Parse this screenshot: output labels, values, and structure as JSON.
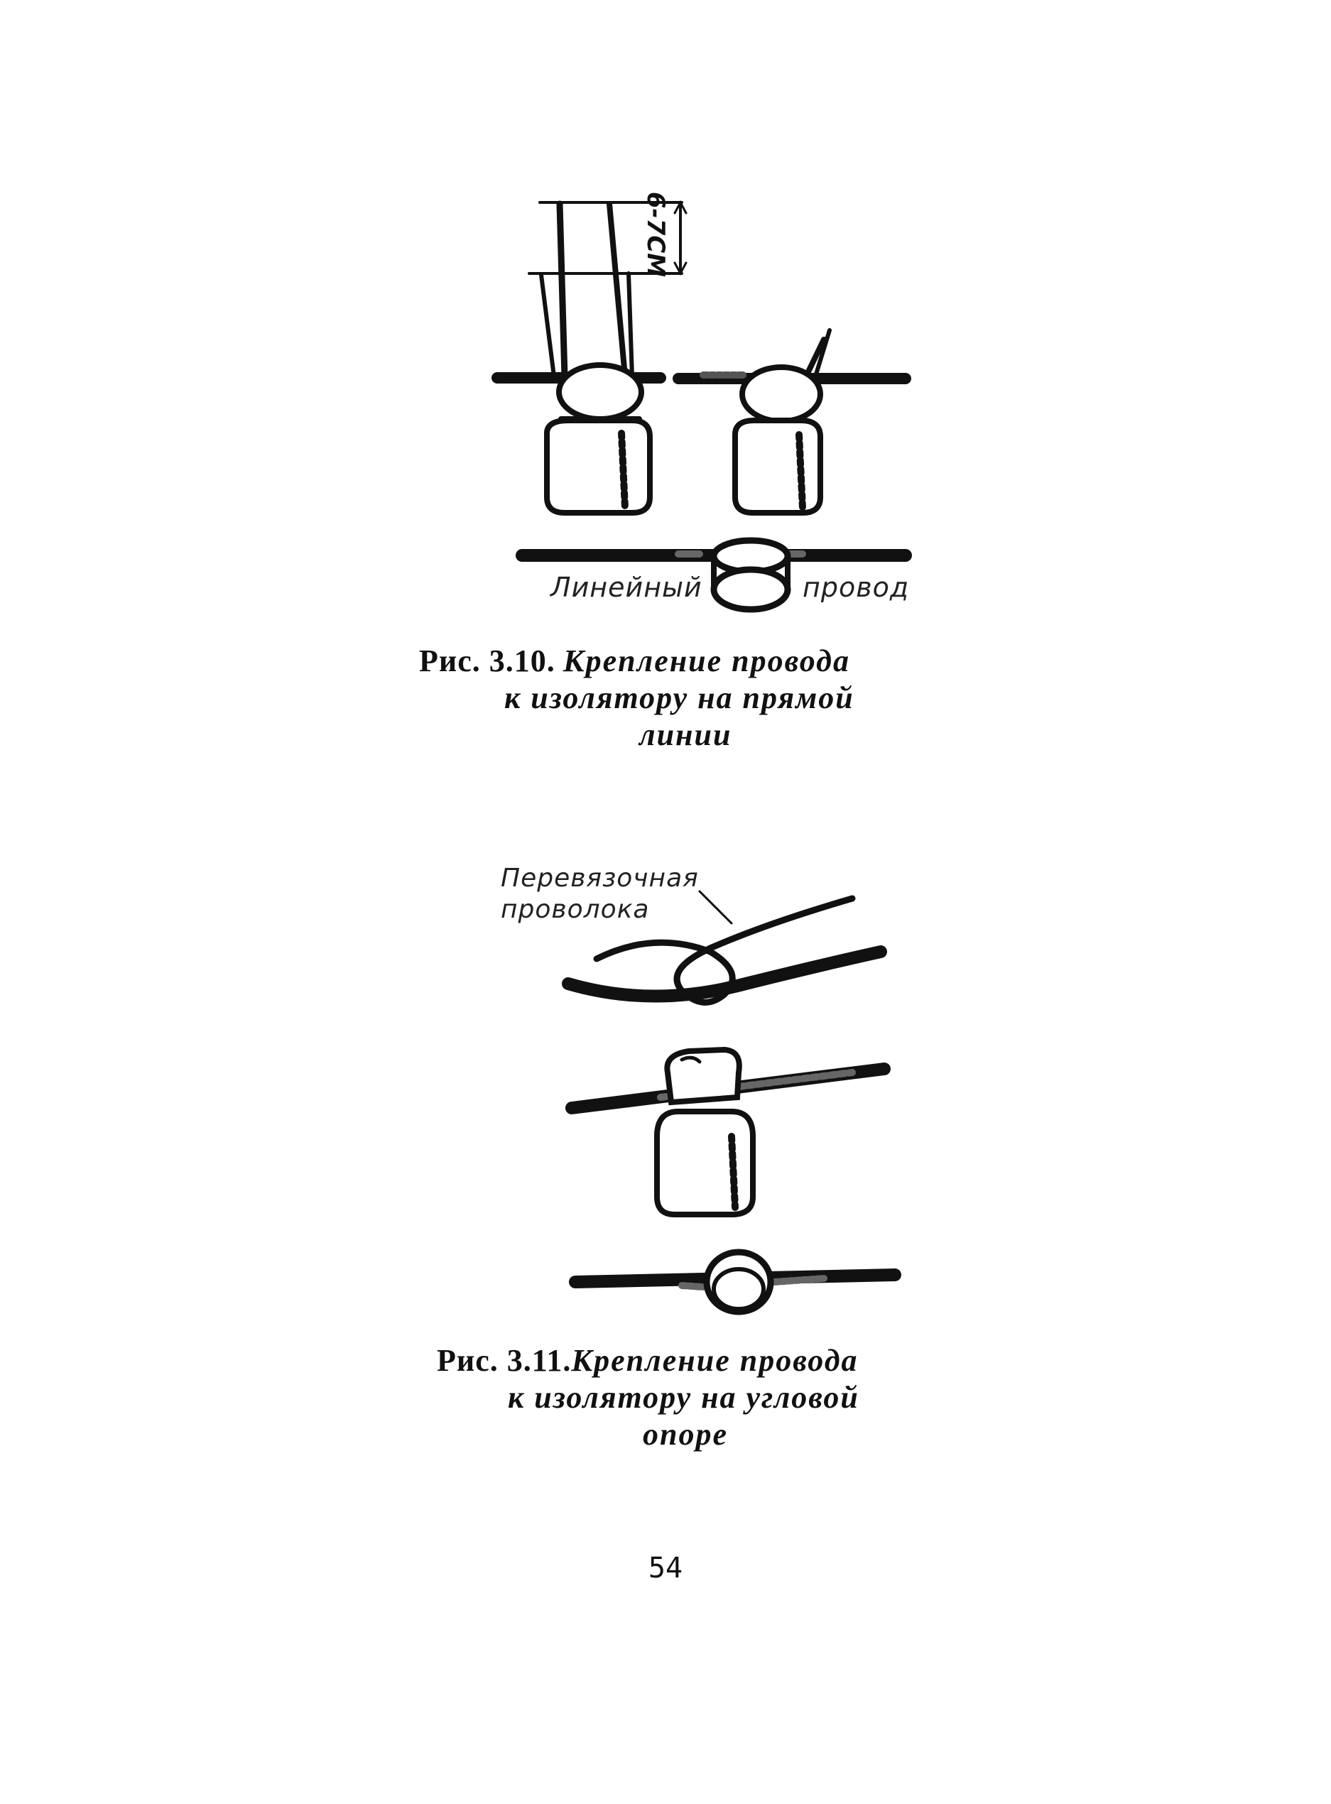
{
  "figure1": {
    "dimension_label": "6-7СМ",
    "wire_label_left": "Линейный",
    "wire_label_right": "провод",
    "caption": {
      "number": "Рис. 3.10.",
      "line1": "Крепление провода",
      "line2": "к изолятору на прямой",
      "line3": "линии"
    }
  },
  "figure2": {
    "tie_wire_label_line1": "Перевязочная",
    "tie_wire_label_line2": "проволока",
    "caption": {
      "number": "Рис. 3.11.",
      "line1": "Крепление провода",
      "line2": "к изолятору на угловой",
      "line3": "опоре"
    }
  },
  "page_number": "54"
}
